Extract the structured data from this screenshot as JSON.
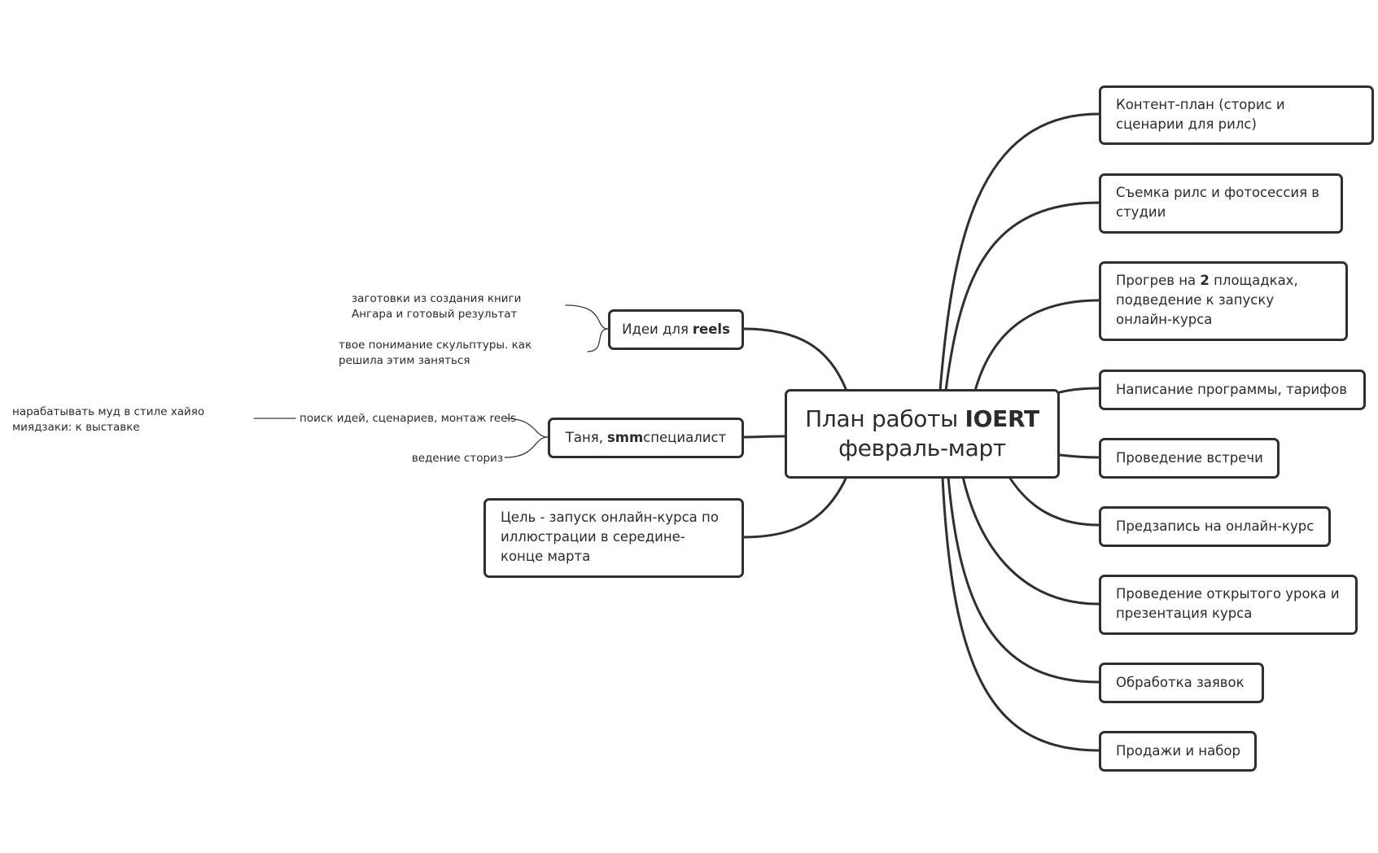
{
  "diagram": {
    "central": {
      "line1_prefix": "План работы ",
      "line1_bold": "IOERT",
      "line2": "февраль-март"
    },
    "right_nodes": [
      {
        "id": "content-plan",
        "text": "Контент-план (сторис и сценарии для рилс)"
      },
      {
        "id": "shooting",
        "text": "Съемка рилс и фотосессия в студии"
      },
      {
        "id": "warmup",
        "text_prefix": "Прогрев на ",
        "text_bold": "2",
        "text_suffix": " площадках, подведение к запуску онлайн-курса"
      },
      {
        "id": "program",
        "text": "Написание программы, тарифов"
      },
      {
        "id": "meeting",
        "text": "Проведение встречи"
      },
      {
        "id": "preregistration",
        "text": "Предзапись на онлайн-курс"
      },
      {
        "id": "open-lesson",
        "text": "Проведение открытого урока и презентация курса"
      },
      {
        "id": "applications",
        "text": "Обработка заявок"
      },
      {
        "id": "sales",
        "text": "Продажи и набор"
      }
    ],
    "left_nodes": {
      "reels": {
        "prefix": "Идеи для ",
        "bold": "reels",
        "leaves": [
          "заготовки из создания книги Ангара и готовый результат",
          "твое понимание скульптуры. как решила этим заняться"
        ]
      },
      "smm": {
        "prefix": "Таня, ",
        "bold": "smm",
        "suffix": " специалист",
        "leaves": [
          "поиск идей, сценариев, монтаж reels",
          "ведение сториз"
        ],
        "sub_leaf": "нарабатывать муд в стиле хайяо миядзаки: к выставке"
      },
      "goal": {
        "text": "Цель - запуск онлайн-курса по иллюстрации в середине-конце марта"
      }
    }
  }
}
